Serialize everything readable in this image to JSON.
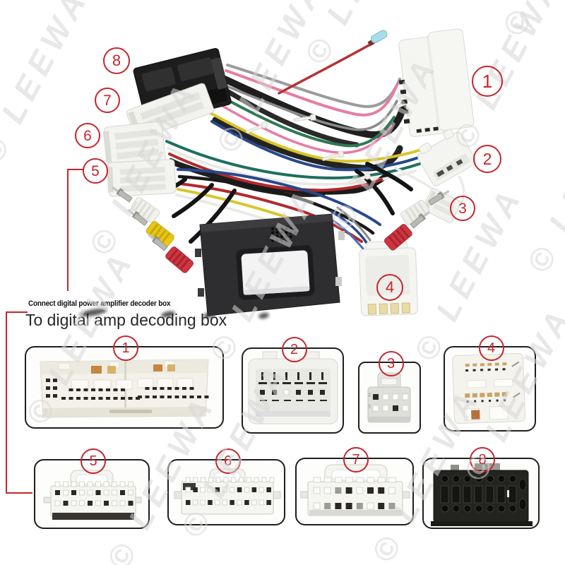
{
  "watermark": {
    "text": "© LEEWA",
    "color": "#d7d7d7"
  },
  "accent": {
    "red": "#c5262c"
  },
  "caption": {
    "line1": "Connect digital power amplifier decoder box",
    "line2": "To digital amp decoding box"
  },
  "callouts": {
    "n1": "1",
    "n2": "2",
    "n3": "3",
    "n4": "4",
    "n5": "5",
    "n6": "6",
    "n7": "7",
    "n8": "8"
  },
  "gallery": {
    "items": [
      {
        "num": "1"
      },
      {
        "num": "2"
      },
      {
        "num": "3"
      },
      {
        "num": "4"
      },
      {
        "num": "5"
      },
      {
        "num": "6"
      },
      {
        "num": "7"
      },
      {
        "num": "8"
      }
    ]
  }
}
